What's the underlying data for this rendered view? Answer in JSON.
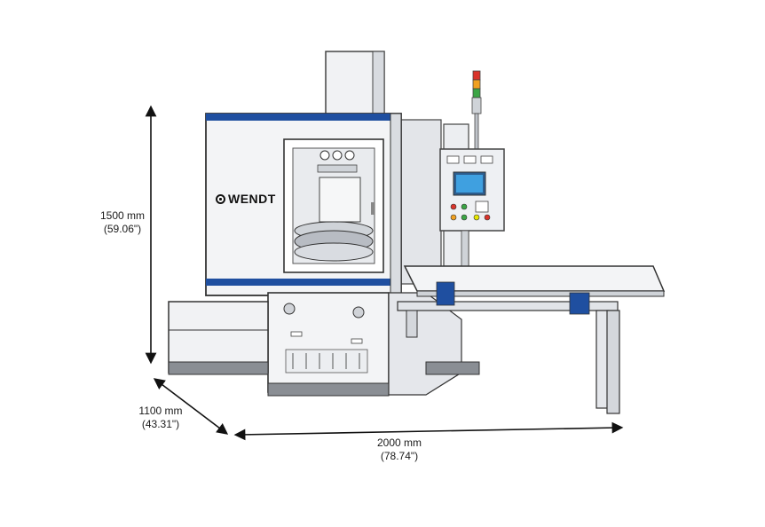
{
  "brand": {
    "name": "WENDT"
  },
  "dimensions": {
    "height": {
      "metric": "1500 mm",
      "imperial": "(59.06\")"
    },
    "depth": {
      "metric": "1100 mm",
      "imperial": "(43.31\")"
    },
    "width": {
      "metric": "2000 mm",
      "imperial": "(78.74\")"
    }
  },
  "colors": {
    "accent_blue": "#1f4fa0",
    "machine_body": "#f3f4f6",
    "machine_shade": "#d9dce1",
    "base_dark": "#8a8e94",
    "screen": "#3fa0e0",
    "beacon": [
      "#d9342b",
      "#f0a020",
      "#3ba545"
    ]
  }
}
